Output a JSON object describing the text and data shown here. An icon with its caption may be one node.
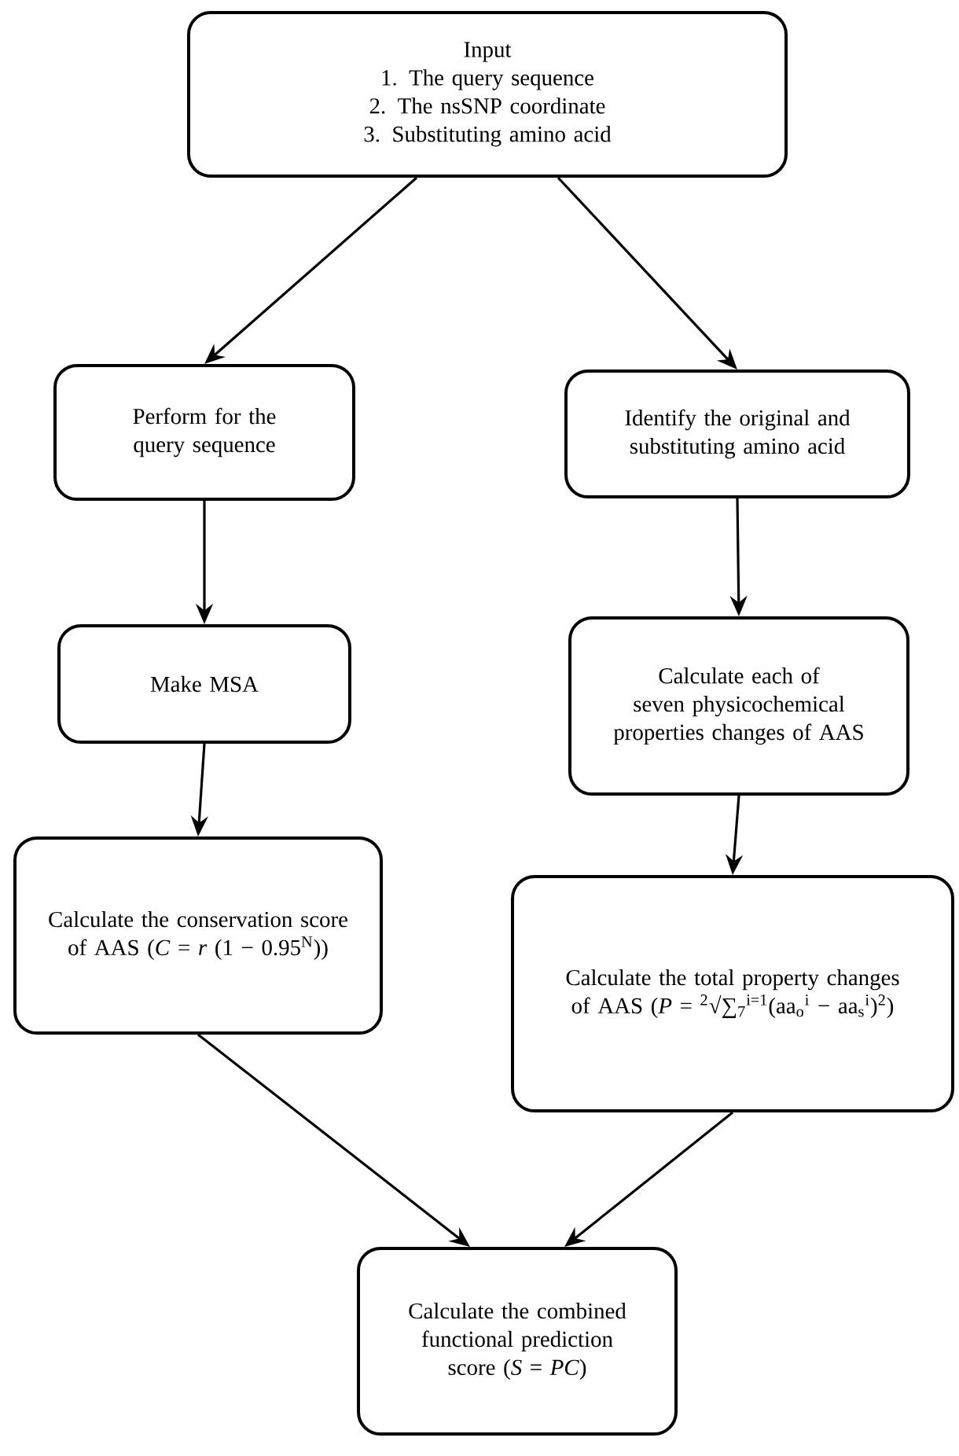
{
  "diagram": {
    "nodes": [
      {
        "text": [
          "Input",
          "1. The query sequence",
          "2. The nsSNP coordinate",
          "3. Substituting amino acid"
        ]
      },
      {
        "text": [
          "Perform for the query sequence"
        ]
      },
      {
        "text": [
          "Identify the original and substituting amino acid"
        ]
      },
      {
        "text": [
          "Make MSA"
        ]
      },
      {
        "text": [
          "Calculate each of seven physicochemical properties changes of AAS"
        ]
      },
      {
        "text": [
          "Calculate the conservation score of AAS (*C* = *r* (1 − 0.95$^{N}$))"
        ]
      },
      {
        "text": [
          "Calculate the total property changes of AAS (*P* = $^{2}$√∑$_{7}$$^{i=1}$(aa$_{o}$$^{i}$ − aa$_{s}$$^{i}$)$^{2}$)"
        ]
      },
      {
        "text": [
          "Calculate the combined functional prediction score (*S* = *PC*)"
        ]
      }
    ],
    "edges": [
      {
        "from": 0,
        "to": 1,
        "arrow": "to"
      },
      {
        "from": 0,
        "to": 2,
        "arrow": "to"
      },
      {
        "from": 1,
        "to": 3,
        "arrow": "to"
      },
      {
        "from": 3,
        "to": 5,
        "arrow": "to"
      },
      {
        "from": 2,
        "to": 4,
        "arrow": "to"
      },
      {
        "from": 4,
        "to": 6,
        "arrow": "to"
      },
      {
        "from": 5,
        "to": 7,
        "arrow": "to"
      },
      {
        "from": 6,
        "to": 7,
        "arrow": "to"
      }
    ]
  }
}
